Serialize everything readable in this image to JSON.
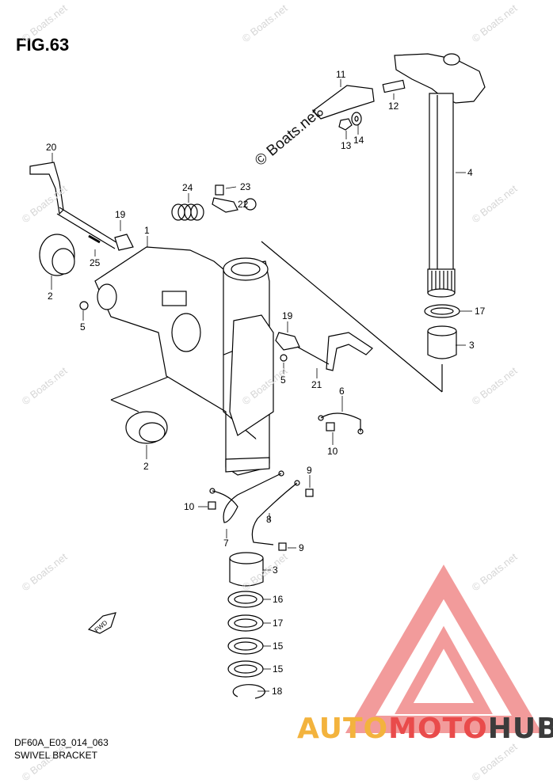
{
  "figure": {
    "title": "FIG.63",
    "code": "DF60A_E03_014_063",
    "name": "SWIVEL BRACKET"
  },
  "watermark": {
    "main": "© Boats.net",
    "repeat": "© Boats.net"
  },
  "brand": {
    "part1": "AUTO",
    "part2": "MOTO",
    "part3": "HUB",
    "colors": {
      "auto": "#f3b33d",
      "moto": "#e94b4b",
      "hub": "#3b3b3b",
      "triangle": "#f08a8a"
    }
  },
  "fwd_label": "FWD",
  "callouts": [
    {
      "id": "c11",
      "text": "11"
    },
    {
      "id": "c12",
      "text": "12"
    },
    {
      "id": "c13",
      "text": "13"
    },
    {
      "id": "c14",
      "text": "14"
    },
    {
      "id": "c4",
      "text": "4"
    },
    {
      "id": "c20",
      "text": "20"
    },
    {
      "id": "c24",
      "text": "24"
    },
    {
      "id": "c23",
      "text": "23"
    },
    {
      "id": "c22",
      "text": "22"
    },
    {
      "id": "c19a",
      "text": "19"
    },
    {
      "id": "c1",
      "text": "1"
    },
    {
      "id": "c25",
      "text": "25"
    },
    {
      "id": "c2a",
      "text": "2"
    },
    {
      "id": "c5a",
      "text": "5"
    },
    {
      "id": "c17a",
      "text": "17"
    },
    {
      "id": "c3a",
      "text": "3"
    },
    {
      "id": "c19b",
      "text": "19"
    },
    {
      "id": "c5b",
      "text": "5"
    },
    {
      "id": "c21",
      "text": "21"
    },
    {
      "id": "c6",
      "text": "6"
    },
    {
      "id": "c10a",
      "text": "10"
    },
    {
      "id": "c2b",
      "text": "2"
    },
    {
      "id": "c9a",
      "text": "9"
    },
    {
      "id": "c10b",
      "text": "10"
    },
    {
      "id": "c8",
      "text": "8"
    },
    {
      "id": "c7",
      "text": "7"
    },
    {
      "id": "c9b",
      "text": "9"
    },
    {
      "id": "c3b",
      "text": "3"
    },
    {
      "id": "c16",
      "text": "16"
    },
    {
      "id": "c17b",
      "text": "17"
    },
    {
      "id": "c15a",
      "text": "15"
    },
    {
      "id": "c15b",
      "text": "15"
    },
    {
      "id": "c18",
      "text": "18"
    }
  ]
}
